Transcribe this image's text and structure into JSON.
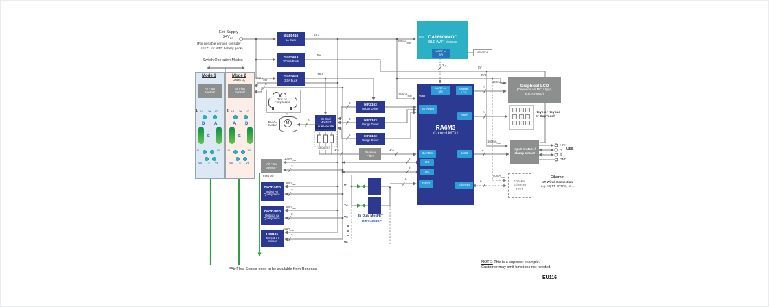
{
  "supply": {
    "l1": "Ext. Supply",
    "l2": "24V",
    "sub": "DC",
    "note1": "(For portable version consider",
    "note2": "US171 for WPT battery pack)"
  },
  "switch_label": "Switch Operation Modes",
  "mode1": {
    "title": "Mode 1",
    "sensor1": "Air Flow",
    "sensor2": "Sensor*",
    "num": "1.",
    "v1": "V1",
    "v2": "V2",
    "l": "D",
    "r": "A",
    "e": "E",
    "v3": "V3",
    "v4": "V4",
    "v5": "V5",
    "v6": "V6"
  },
  "mode2": {
    "title": "Mode 2",
    "sub": "Outlet O",
    "sub2": "2",
    "sensor1": "Air Flow",
    "sensor2": "Sensor*",
    "num": "2.",
    "v1": "V1",
    "v2": "V2",
    "l": "A",
    "r": "D",
    "e": "E",
    "v3": "V3",
    "v4": "V4",
    "v5": "V5",
    "v6": "V6"
  },
  "glyph": {
    "up_o": "↑O",
    "up_i": "↑I",
    "up": "↑"
  },
  "bucks": [
    {
      "name": "ISL85410",
      "desc": "1A Buck",
      "rail": "3V3"
    },
    {
      "name": "ISL85413",
      "desc": "300mA Buck",
      "rail": "5V"
    },
    {
      "name": "ISL85403",
      "desc": "2,5A Buck",
      "rail": "18V"
    }
  ],
  "compressor": {
    "l1": "Tiny Air",
    "l2": "Compressor"
  },
  "motor": {
    "l1": "BLDC",
    "l2": "Motor",
    "m": "M"
  },
  "mosfet": {
    "l1": "3x Dual",
    "l2": "MosFET",
    "part": "RJF0409JSP"
  },
  "hip": {
    "name": "HIP2103",
    "desc": "Bridge Driver"
  },
  "shunt": "Shunt(s)",
  "filter": {
    "l1": "Passive",
    "l2": "Filter"
  },
  "da": {
    "name": "DA16600MOD",
    "desc": "BLE+WiFi Module",
    "vdd": "Vdd",
    "port1": "UART or",
    "port2": "SPI",
    "antenna": "Antenna"
  },
  "mcu": {
    "vdd": "Vdd",
    "name": "RA6M3",
    "desc": "Control MCU",
    "uart1": "UART or",
    "uart2": "SPI",
    "glcd1": "Graphic",
    "glcd2": "LCD",
    "pwm": "6x PWM",
    "gpio_r": "GPIO",
    "adc": "3x ADC",
    "i2c": "I2C",
    "usb": "USB",
    "gpio_l": "GPIO",
    "eth": "Ethernet"
  },
  "right": {
    "lcd1": "Graphical LCD",
    "lcd2": "(Depends on MCU type,",
    "lcd3": "e.g. RA6M3)",
    "keys1": "Keys or Keypad",
    "keys2": "or CapTouch",
    "prot1": "Input protect /",
    "prot2": "clamp circuit",
    "pin5v": "+5V",
    "pina": "A",
    "pinb": "B",
    "pingnd": "GND",
    "usb": "USB",
    "phy1": "100Mbs",
    "phy2": "Ethernet",
    "phy3": "PHY",
    "eth1": "Ethernet",
    "eth2": "IoT Wired Connection,",
    "eth3": "e.g. MQTT, HTTPS, or ..."
  },
  "sensors": {
    "af1": "Air Flow",
    "af2": "Sensor*",
    "inlet": "Inlet Air",
    "z1n": "ZMOD4410",
    "z1d1": "Indoor Air",
    "z1d2": "Quality Sens.",
    "z2n": "ZMOD4510",
    "z2d1": "Outdoor Air",
    "z2d2": "Quality Sens.",
    "hsn": "HS3101",
    "hsd1": "Temp & rH",
    "hsd2": "Sensor"
  },
  "valves": {
    "v1": "V1",
    "v2": "V2",
    "v3": "V3",
    "v6": "V6",
    "l1": "3x Dual MosFET",
    "l2": "RJF0409JSP"
  },
  "cur": {
    "max": "max",
    "c280": "280mA",
    "c140": "140mA",
    "c100": "100mA",
    "c50": "50mA",
    "c10": "10mA",
    "c5": "5mA",
    "c25": "25µA"
  },
  "w": {
    "two": "2",
    "n": "n",
    "b24": "2,4",
    "six": "6",
    "r13": "1-3",
    "v3": "3V3",
    "v5": "5V",
    "v18": "18V"
  },
  "notes": {
    "foot": "*Air Flow Sensor soon to be available from Renesas",
    "note_label": "NOTE:",
    "note1": "This is a superset example.",
    "note2": "Customer may omit functions not needed.",
    "code": "EU116"
  }
}
